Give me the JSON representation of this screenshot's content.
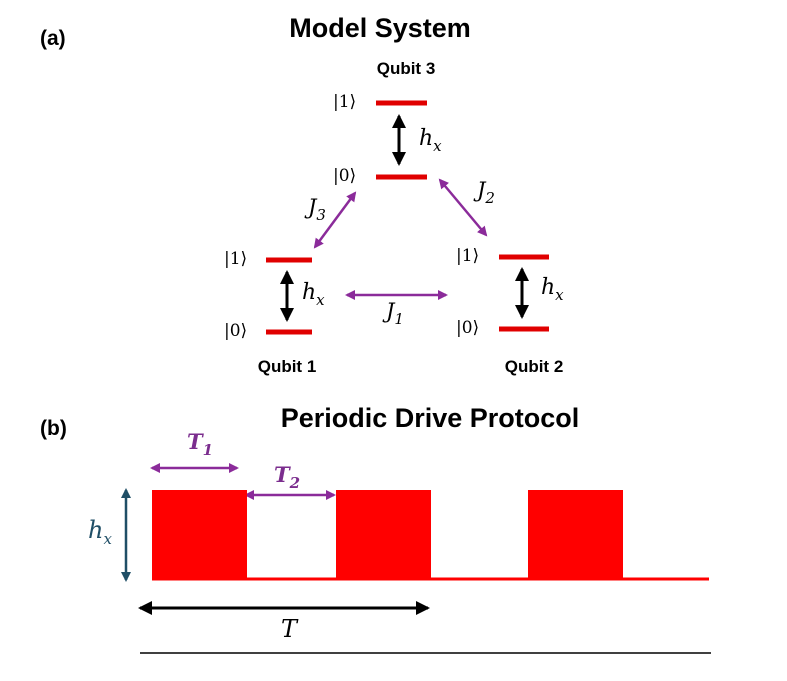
{
  "panel_a": {
    "label": "(a)",
    "title": "Model System",
    "qubit1": {
      "name": "Qubit 1",
      "ket1": "|1⟩",
      "ket0": "|0⟩"
    },
    "qubit2": {
      "name": "Qubit 2",
      "ket1": "|1⟩",
      "ket0": "|0⟩"
    },
    "qubit3": {
      "name": "Qubit 3",
      "ket1": "|1⟩",
      "ket0": "|0⟩"
    },
    "field": {
      "symbol": "h",
      "sub": "x"
    },
    "coupling1": {
      "symbol": "J",
      "sub": "1"
    },
    "coupling2": {
      "symbol": "J",
      "sub": "2"
    },
    "coupling3": {
      "symbol": "J",
      "sub": "3"
    }
  },
  "panel_b": {
    "label": "(b)",
    "title": "Periodic Drive Protocol",
    "t1": {
      "symbol": "T",
      "sub": "1"
    },
    "t2": {
      "symbol": "T",
      "sub": "2"
    },
    "amplitude": {
      "symbol": "h",
      "sub": "x"
    },
    "period": {
      "symbol": "T"
    }
  },
  "colors": {
    "level": "#e00000",
    "pulse": "#ff0000",
    "coupling": "#8b2b9a",
    "arrow": "#000000",
    "amplitude_arrow": "#1f4e66"
  }
}
